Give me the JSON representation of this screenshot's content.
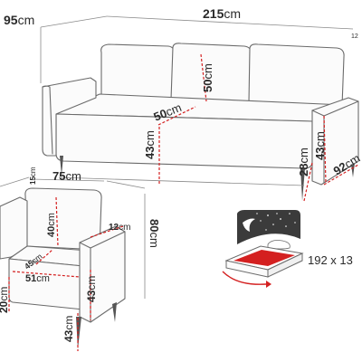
{
  "sofa": {
    "depth": "95",
    "width": "215",
    "back_height": "50",
    "seat_depth": "50",
    "seat_height": "43",
    "armrest_height": "43",
    "leg_height": "28",
    "arm_depth": "92",
    "top_small": "12"
  },
  "armchair": {
    "small_top": "15",
    "width": "75",
    "arm_width": "12",
    "back_height": "40",
    "height": "80",
    "seat_depth": "45",
    "seat_width": "51",
    "side_depth": "20",
    "arm_height": "43",
    "seat_height": "43"
  },
  "unit": "cm",
  "bed": {
    "size": "192 x 13"
  },
  "colors": {
    "dimension_red": "#d42020",
    "outline": "#6b6b6b",
    "storage_red": "#d42020",
    "night_dark": "#3b3b3b"
  }
}
